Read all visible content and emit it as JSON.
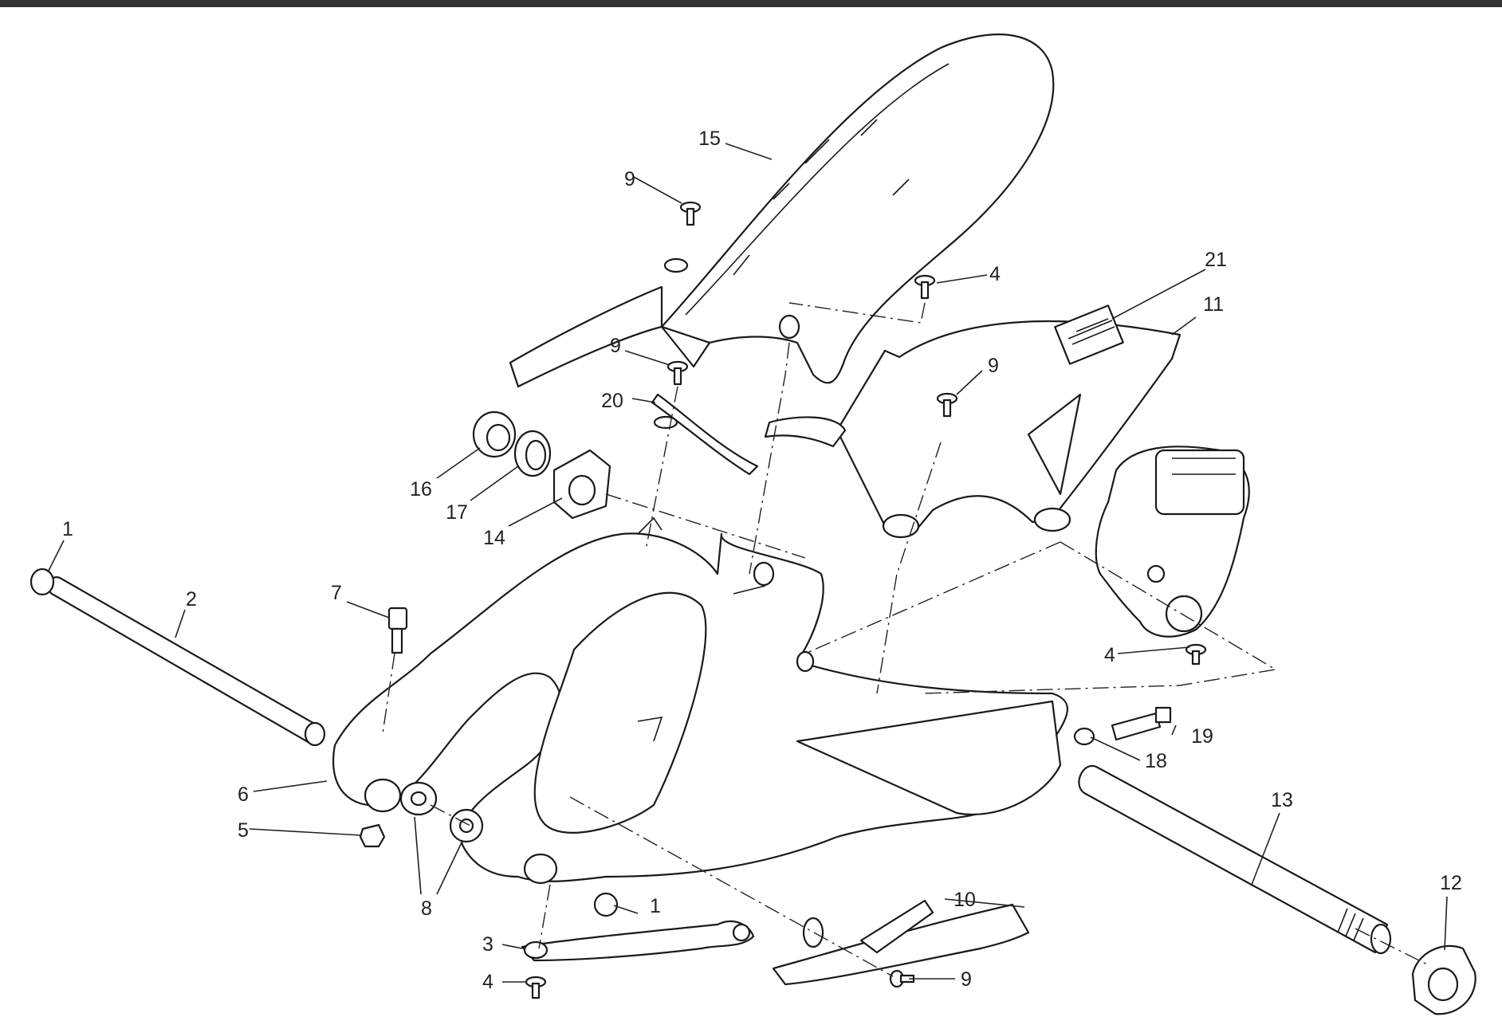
{
  "colors": {
    "topbar": "#333333",
    "line": "#1a1a1a",
    "label": "#222222"
  },
  "callouts": {
    "c1a": "1",
    "c1b": "1",
    "c2": "2",
    "c3": "3",
    "c4a": "4",
    "c4b": "4",
    "c4c": "4",
    "c5": "5",
    "c6": "6",
    "c7": "7",
    "c8": "8",
    "c9a": "9",
    "c9b": "9",
    "c9c": "9",
    "c9d": "9",
    "c10": "10",
    "c11": "11",
    "c12": "12",
    "c13": "13",
    "c14": "14",
    "c15": "15",
    "c16": "16",
    "c17": "17",
    "c18": "18",
    "c19": "19",
    "c20": "20",
    "c21": "21"
  }
}
